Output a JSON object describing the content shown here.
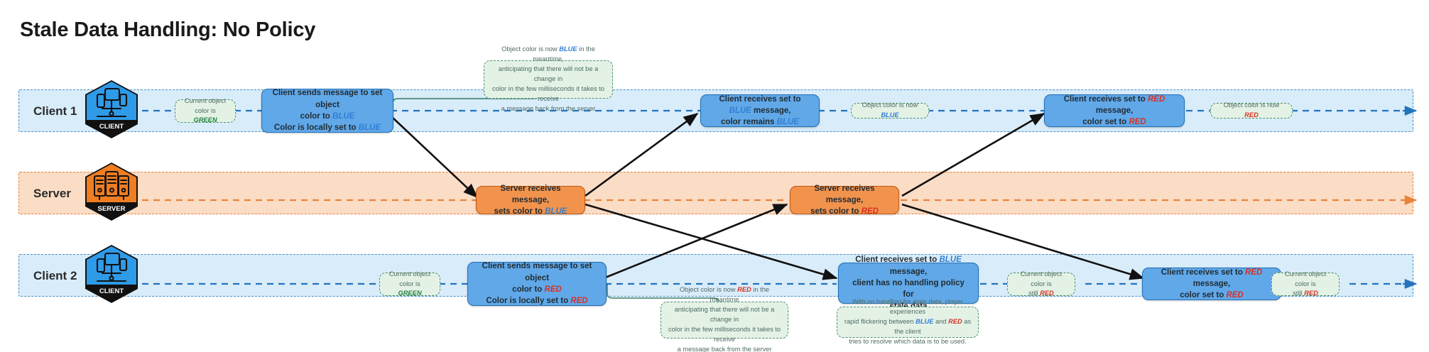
{
  "page_title": "Stale Data Handling: No Policy",
  "colors": {
    "client_lane_fill": "#d9ecfa",
    "client_lane_border": "#4a90c8",
    "server_lane_fill": "#fbddc6",
    "server_lane_border": "#e8833a",
    "node_blue_fill": "#61a8e8",
    "node_blue_border": "#1f6fb5",
    "node_orange_fill": "#f2934d",
    "node_orange_border": "#c25a10",
    "note_fill": "#e4f2e6",
    "note_border": "#4e8f6e",
    "word_blue": "#2f7fd4",
    "word_red": "#d93025",
    "word_green": "#1e8040"
  },
  "lanes": [
    {
      "id": "client1",
      "label": "Client 1",
      "badge_caption": "CLIENT",
      "badge_icon": "client-workstation-icon"
    },
    {
      "id": "server",
      "label": "Server",
      "badge_caption": "SERVER",
      "badge_icon": "server-racks-icon"
    },
    {
      "id": "client2",
      "label": "Client 2",
      "badge_caption": "CLIENT",
      "badge_icon": "client-workstation-icon"
    }
  ],
  "client1": {
    "note_green_start": {
      "line1": "Current object color is",
      "value": "GREEN"
    },
    "node_send": {
      "line1": "Client sends message to set object",
      "line2_prefix": "color to ",
      "line2_value": "BLUE",
      "line3_prefix": "Color is locally set to ",
      "line3_value": "BLUE"
    },
    "note_anticipate": {
      "l1_prefix": "Object color is now ",
      "l1_value": "BLUE",
      "l1_suffix": " in the meantime,",
      "l2": "anticipating that there will not be a change in",
      "l3": "color in the few milliseconds it takes to receive",
      "l4": "a message back from the server"
    },
    "node_recv_blue": {
      "line1_prefix": "Client receives set to ",
      "line1_value": "BLUE",
      "line1_suffix": " message,",
      "line2_prefix": "color remains ",
      "line2_value": "BLUE"
    },
    "note_now_blue": {
      "prefix": "Object color is now ",
      "value": "BLUE"
    },
    "node_recv_red": {
      "line1_prefix": "Client receives set to ",
      "line1_value": "RED",
      "line1_suffix": " message,",
      "line2_prefix": "color set to ",
      "line2_value": "RED"
    },
    "note_now_red": {
      "prefix": "Object color is now ",
      "value": "RED"
    }
  },
  "server": {
    "node_blue": {
      "line1": "Server receives message,",
      "line2_prefix": "sets color to ",
      "line2_value": "BLUE"
    },
    "node_red": {
      "line1": "Server receives message,",
      "line2_prefix": "sets color to ",
      "line2_value": "RED"
    }
  },
  "client2": {
    "note_green_start": {
      "line1": "Current object color is",
      "value": "GREEN"
    },
    "node_send": {
      "line1": "Client sends message to set object",
      "line2_prefix": "color to ",
      "line2_value": "RED",
      "line3_prefix": "Color is locally set to ",
      "line3_value": "RED"
    },
    "note_anticipate": {
      "l1_prefix": "Object color is now ",
      "l1_value": "RED",
      "l1_suffix": " in the meantime",
      "l2": "anticipating that there will not be a change in",
      "l3": "color in the few milliseconds it takes to receive",
      "l4": "a message back from the server"
    },
    "node_recv_blue": {
      "line1_prefix": "Client receives set to ",
      "line1_value": "BLUE",
      "line1_suffix": " message,",
      "line2": "client has no handling policy for",
      "line3": "stale data"
    },
    "note_still_red_1": {
      "line1": "Current object color is",
      "prefix": "still ",
      "value": "RED"
    },
    "note_flicker": {
      "l1": "With no handling for stale data, player experiences",
      "l2_prefix": "rapid flickering between ",
      "l2_v1": "BLUE",
      "l2_mid": " and ",
      "l2_v2": "RED",
      "l2_suffix": " as the client",
      "l3": "tries to resolve which data is to be used."
    },
    "node_recv_red": {
      "line1_prefix": "Client receives set to ",
      "line1_value": "RED",
      "line1_suffix": " message,",
      "line2_prefix": "color set to ",
      "line2_value": "RED"
    },
    "note_still_red_2": {
      "line1": "Current object color is",
      "prefix": "still ",
      "value": "RED"
    }
  }
}
